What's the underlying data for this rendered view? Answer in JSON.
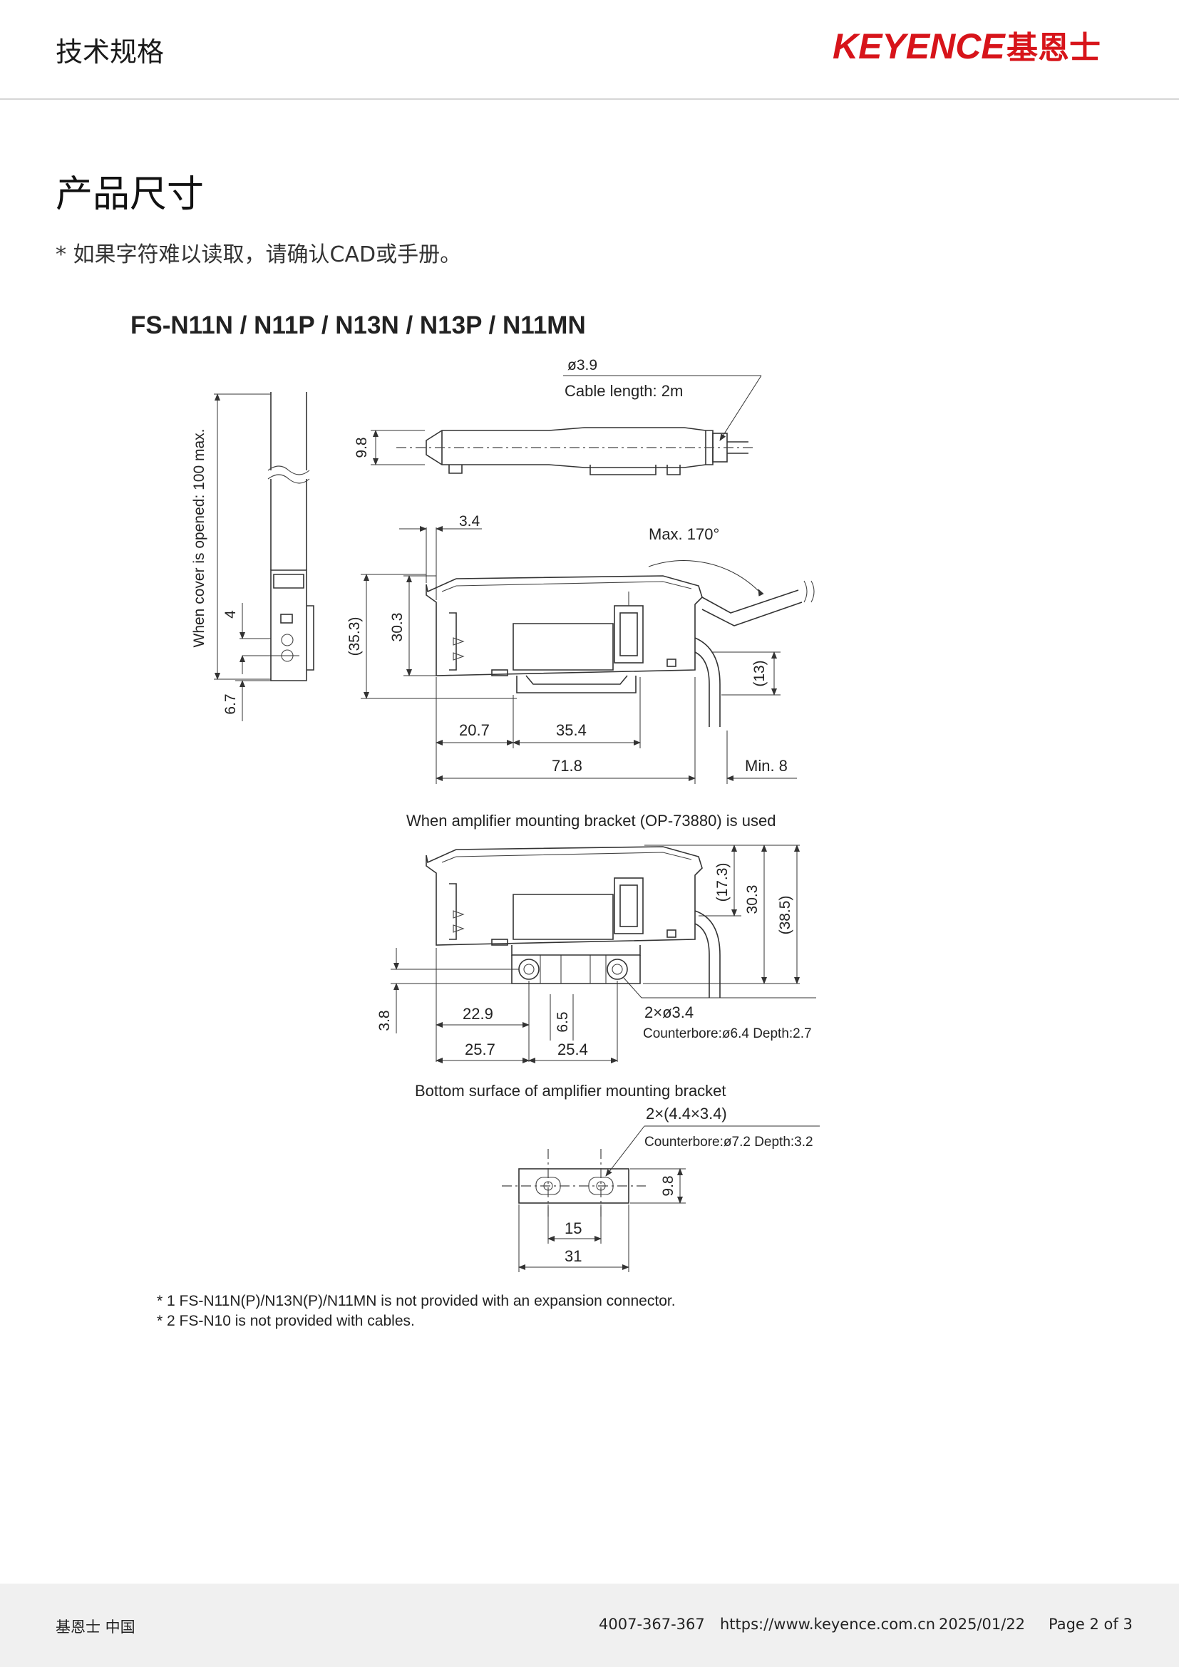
{
  "header": {
    "title": "技术规格",
    "brand_logo_latin": "KEYENCE",
    "brand_logo_cn": "基恩士",
    "brand_color": "#d7141a"
  },
  "section": {
    "title": "产品尺寸",
    "note": "* 如果字符难以读取，请确认CAD或手册。"
  },
  "drawing": {
    "model_title": "FS-N11N / N11P / N13N / N13P / N11MN",
    "top_view": {
      "diameter": "ø3.9",
      "cable_length": "Cable length: 2m",
      "height": "9.8"
    },
    "side_view": {
      "cover_label": "When cover is opened: 100 max.",
      "dim_4": "4",
      "dim_6_7": "6.7",
      "dim_3_4": "3.4",
      "max_angle": "Max. 170°",
      "dim_35_3": "(35.3)",
      "dim_30_3": "30.3",
      "dim_13": "(13)",
      "dim_20_7": "20.7",
      "dim_35_4": "35.4",
      "dim_71_8": "71.8",
      "dim_min8": "Min. 8"
    },
    "bracket_view": {
      "caption": "When amplifier mounting bracket (OP-73880) is used",
      "dim_17_3": "(17.3)",
      "dim_30_3": "30.3",
      "dim_38_5": "(38.5)",
      "dim_3_8": "3.8",
      "dim_22_9": "22.9",
      "dim_6_5": "6.5",
      "holes": "2×ø3.4",
      "counterbore": "Counterbore:ø6.4 Depth:2.7",
      "dim_25_7": "25.7",
      "dim_25_4": "25.4"
    },
    "bottom_view": {
      "caption": "Bottom surface of amplifier mounting bracket",
      "holes": "2×(4.4×3.4)",
      "counterbore": "Counterbore:ø7.2  Depth:3.2",
      "dim_9_8": "9.8",
      "dim_15": "15",
      "dim_31": "31"
    },
    "footnotes": [
      "* 1 FS-N11N(P)/N13N(P)/N11MN is not provided with an expansion connector.",
      "* 2 FS-N10 is not provided with cables."
    ]
  },
  "footer": {
    "company": "基恩士 中国",
    "phone": "4007-367-367",
    "url": "https://www.keyence.com.cn",
    "date": "2025/01/22",
    "page": "Page 2 of 3"
  }
}
